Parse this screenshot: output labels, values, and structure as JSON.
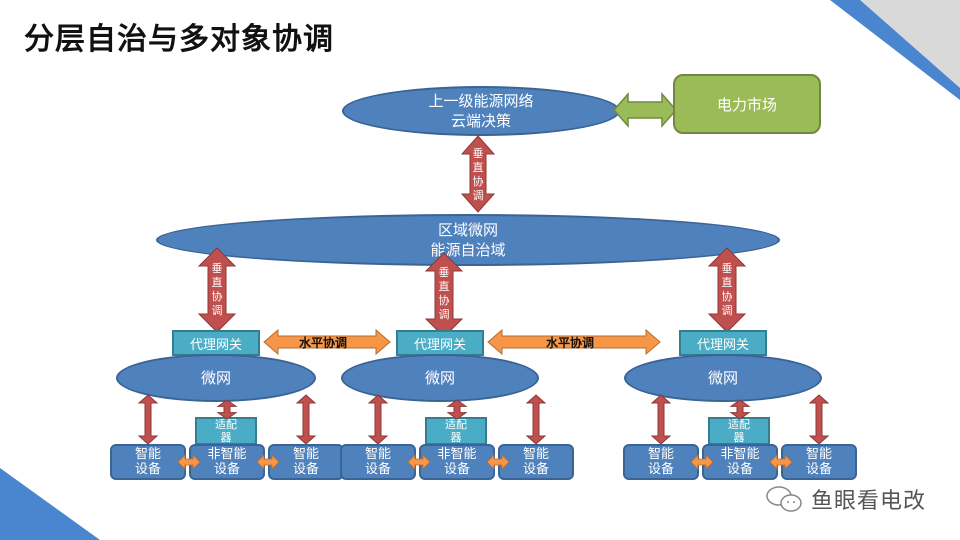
{
  "title": "分层自治与多对象协调",
  "colors": {
    "ellipse": "#4f81bd",
    "market": "#9bbb59",
    "gateway": "#4bacc6",
    "vertical_arrow": "#c0504d",
    "horizontal_arrow": "#f79646",
    "corner_accent": "#4a86d0"
  },
  "top_node": {
    "line1": "上一级能源网络",
    "line2": "云端决策"
  },
  "market_node": {
    "label": "电力市场"
  },
  "region_node": {
    "line1": "区域微网",
    "line2": "能源自治域"
  },
  "vertical_label": [
    "垂",
    "直",
    "协",
    "调"
  ],
  "horizontal_label": "水平协调",
  "microgrids": [
    {
      "gateway": "代理网关",
      "label": "微网",
      "adapter": [
        "适配",
        "器"
      ],
      "devices": [
        {
          "line1": "智能",
          "line2": "设备"
        },
        {
          "line1": "非智能",
          "line2": "设备"
        },
        {
          "line1": "智能",
          "line2": "设备"
        }
      ]
    },
    {
      "gateway": "代理网关",
      "label": "微网",
      "adapter": [
        "适配",
        "器"
      ],
      "devices": [
        {
          "line1": "智能",
          "line2": "设备"
        },
        {
          "line1": "非智能",
          "line2": "设备"
        },
        {
          "line1": "智能",
          "line2": "设备"
        }
      ]
    },
    {
      "gateway": "代理网关",
      "label": "微网",
      "adapter": [
        "适配",
        "器"
      ],
      "devices": [
        {
          "line1": "智能",
          "line2": "设备"
        },
        {
          "line1": "非智能",
          "line2": "设备"
        },
        {
          "line1": "智能",
          "line2": "设备"
        }
      ]
    }
  ],
  "watermark": {
    "icon": "wechat-icon",
    "text": "鱼眼看电改"
  }
}
